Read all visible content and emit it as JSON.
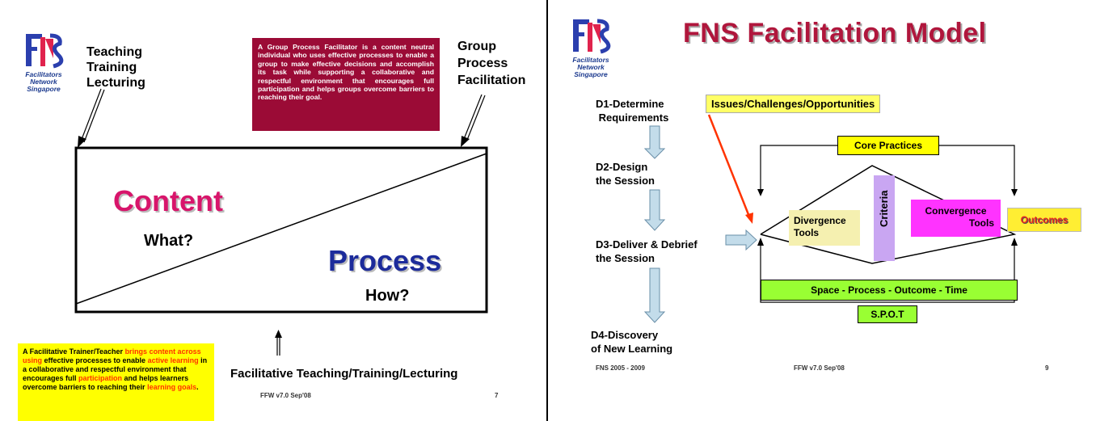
{
  "left_slide": {
    "logo": {
      "lines": [
        "Facilitators",
        "Network",
        "Singapore"
      ]
    },
    "title_left_lines": [
      "Teaching",
      "Training",
      "Lecturing"
    ],
    "title_right_lines": [
      "Group",
      "Process",
      "Facilitation"
    ],
    "definition": "A Group Process Facilitator is a content neutral individual who uses effective processes to enable a group to make effective decisions and accomplish its task while supporting a collaborative and respectful environment that encourages full participation and helps groups overcome barriers to reaching their goal.",
    "content_word": "Content",
    "content_question": "What?",
    "process_word": "Process",
    "process_question": "How?",
    "facilitative_label": "Facilitative Teaching/Training/Lecturing",
    "trainer_box": {
      "t1": "A Facilitative Trainer/Teacher ",
      "r1": "brings content across using",
      "t2": " effective processes to enable ",
      "r2": "active learning",
      "t3": " in a collaborative and respectful environment that encourages full ",
      "r3": "participation",
      "t4": " and helps learners overcome barriers to reaching their ",
      "r4": "learning goals",
      "t5": "."
    },
    "footer": "FFW   v7.0 Sep'08",
    "page_number": "7"
  },
  "right_slide": {
    "logo": {
      "lines": [
        "Facilitators",
        "Network",
        "Singapore"
      ]
    },
    "title": "FNS Facilitation Model",
    "steps": [
      {
        "line1": "D1-Determine",
        "line2": " Requirements"
      },
      {
        "line1": "D2-Design",
        "line2": "the Session"
      },
      {
        "line1": "D3-Deliver & Debrief",
        "line2": "the Session"
      },
      {
        "line1": "D4-Discovery",
        "line2": "of New Learning"
      }
    ],
    "issues_label": "Issues/Challenges/Opportunities",
    "core_practices": "Core Practices",
    "divergence_lines": [
      "Divergence",
      "Tools"
    ],
    "criteria": "Criteria",
    "convergence_lines": [
      "Convergence",
      "Tools"
    ],
    "outcomes": "Outcomes",
    "spot_bar": "Space - Process - Outcome - Time",
    "spot_label": "S.P.O.T",
    "footer_left": "FNS 2005 - 2009",
    "footer_center": "FFW   v7.0 Sep'08",
    "page_number": "9",
    "colors": {
      "title": "#b0163c",
      "criteria": "#c9a6f2",
      "convergence": "#ff33ff",
      "spot": "#99ff33"
    }
  }
}
